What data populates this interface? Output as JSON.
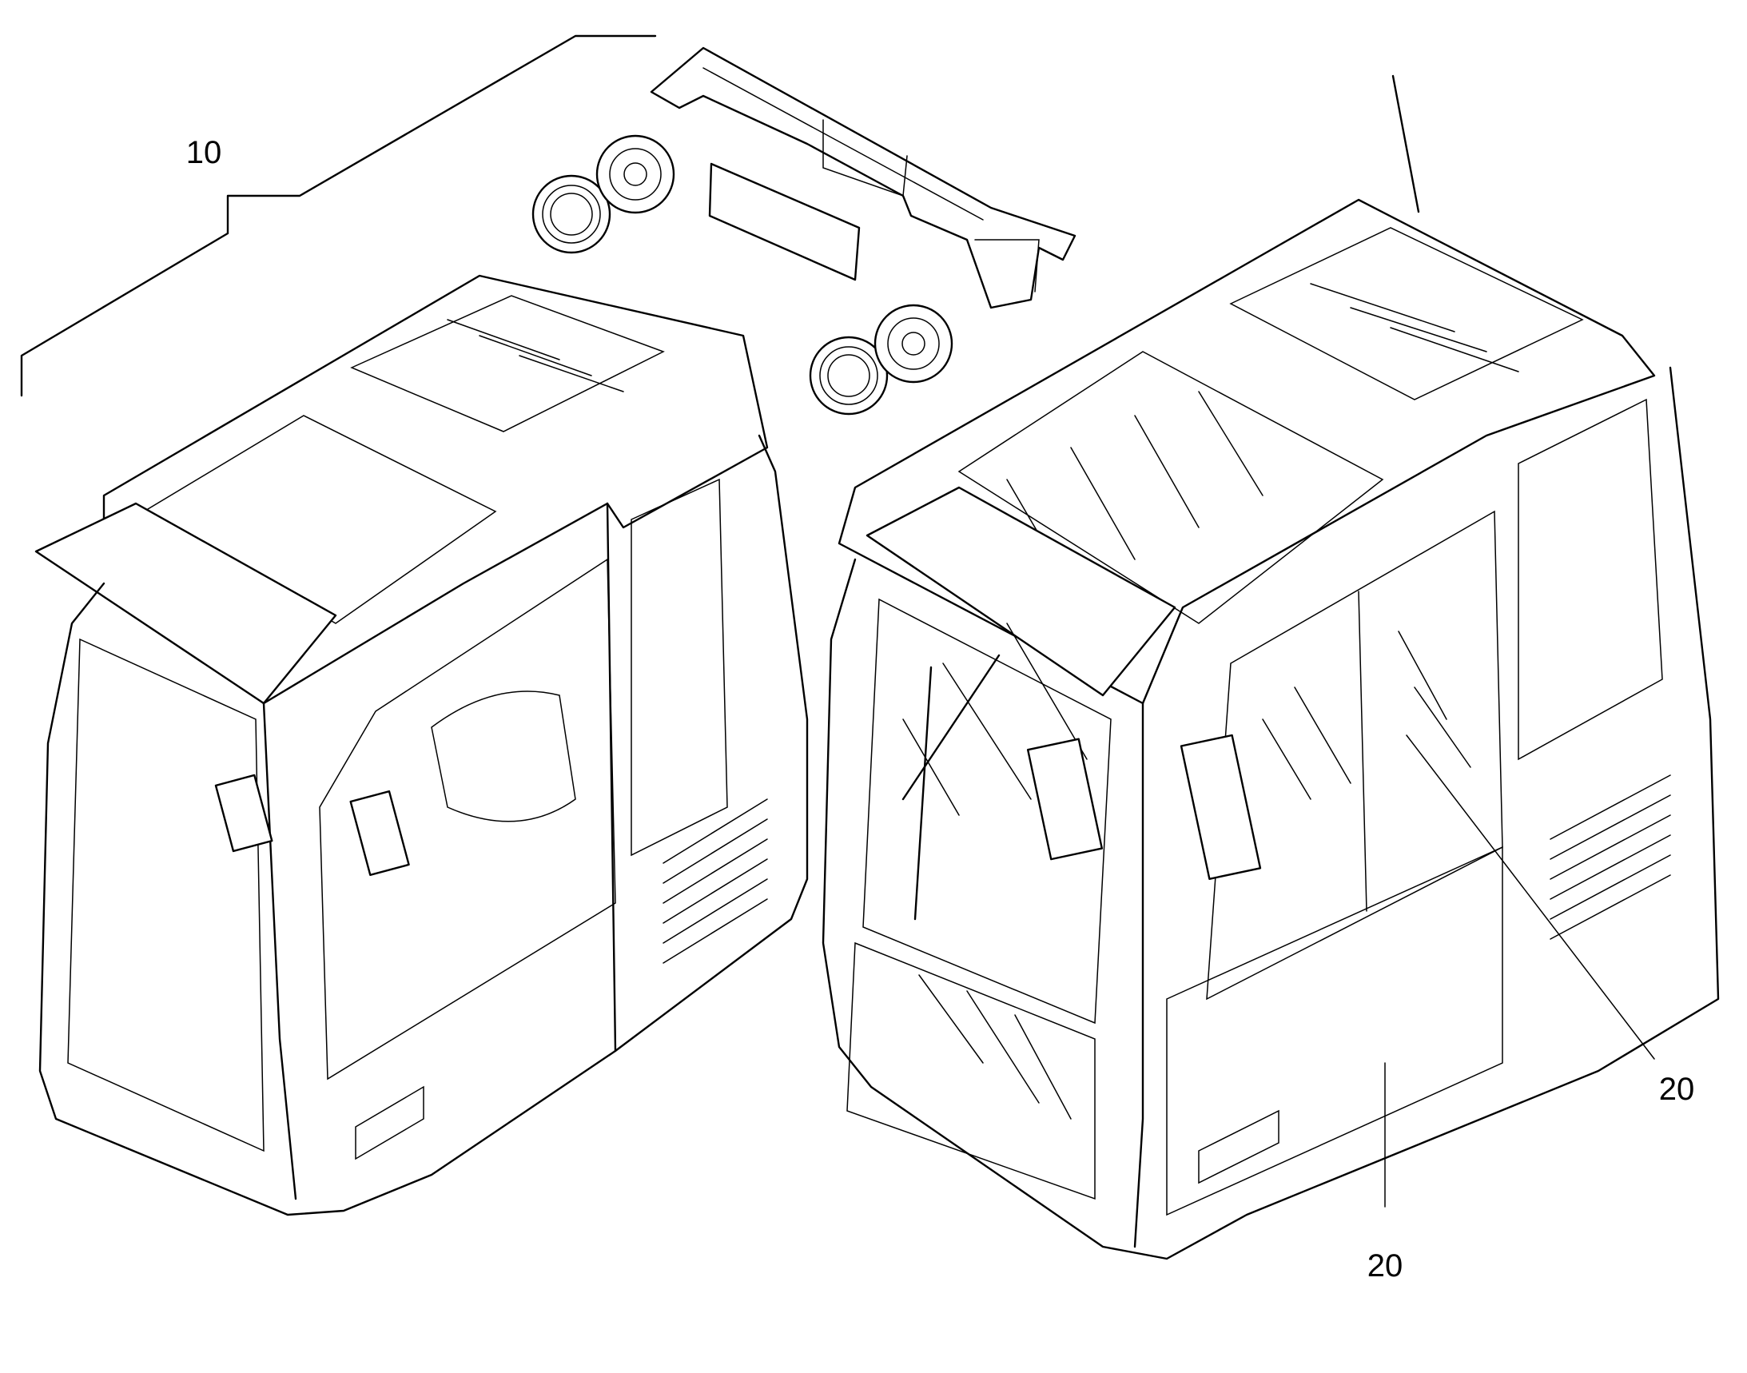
{
  "callouts": [
    {
      "id": "callout-10",
      "label": "10"
    },
    {
      "id": "callout-20-window",
      "label": "20"
    },
    {
      "id": "callout-20-door",
      "label": "20"
    }
  ],
  "colors": {
    "line": "#000000",
    "background": "#ffffff"
  }
}
